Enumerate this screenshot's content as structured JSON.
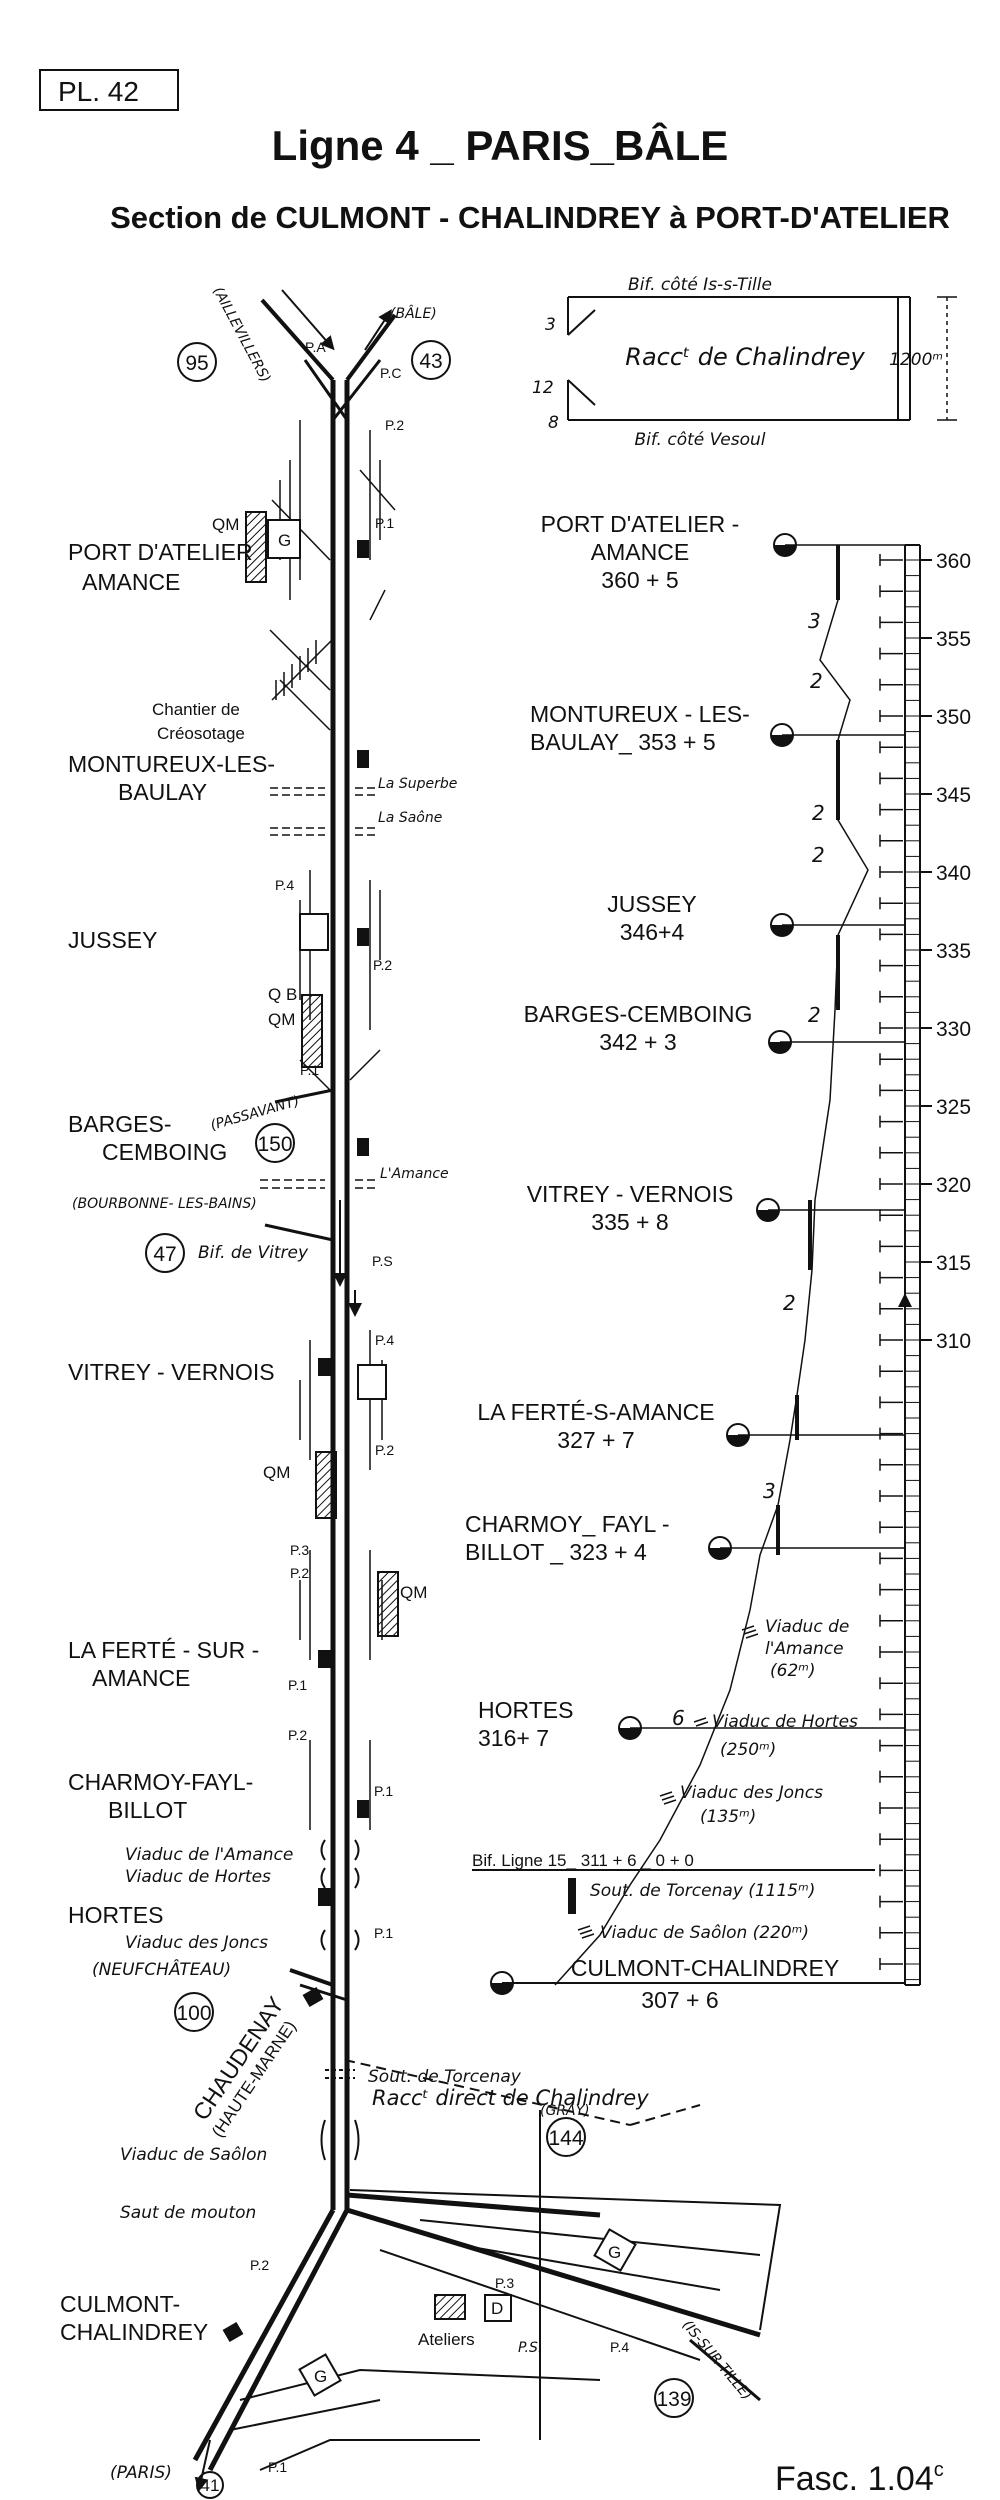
{
  "plate": "PL. 42",
  "title": "Ligne 4 _ PARIS_BÂLE",
  "subtitle": "Section de CULMONT - CHALINDREY à PORT-D'ATELIER",
  "fascicule": "Fasc. 1.04",
  "fascicule_sup": "c",
  "inset": {
    "top": "Bif. côté Is-s-Tille",
    "middle": "Raccᵗ de Chalindrey",
    "bottom": "Bif. côté Vesoul",
    "length": "1200ᵐ",
    "n3": "3",
    "n12": "12",
    "n8": "8"
  },
  "lines": [
    {
      "num": "95",
      "name": "(AILLEVILLERS)"
    },
    {
      "num": "43",
      "name": "(BÂLE)"
    },
    {
      "num": "150",
      "name": "(PASSAVANT)"
    },
    {
      "num": "47",
      "name": "(BOURBONNE- LES-BAINS)"
    },
    {
      "num": "100",
      "name": "(NEUFCHÂTEAU)"
    },
    {
      "num": "144",
      "name": "(GRAY)"
    },
    {
      "num": "139",
      "name": "(IS-SUR-TILLE)"
    },
    {
      "num": "41",
      "name": "(PARIS)"
    }
  ],
  "left_stations": {
    "port_atelier": [
      "PORT D'ATELIER",
      "AMANCE"
    ],
    "chantier": [
      "Chantier de",
      "Créosotage"
    ],
    "montureux": [
      "MONTUREUX-LES-",
      "BAULAY"
    ],
    "jussey": [
      "JUSSEY"
    ],
    "barges": [
      "BARGES-",
      "CEMBOING"
    ],
    "vitrey": [
      "VITREY - VERNOIS"
    ],
    "ferte": [
      "LA FERTÉ - SUR -",
      "AMANCE"
    ],
    "charmoy": [
      "CHARMOY-FAYL-",
      "BILLOT"
    ],
    "hortes": [
      "HORTES"
    ],
    "chaudenay": [
      "CHAUDENAY",
      "(HAUTE-MARNE)"
    ],
    "culmont": [
      "CULMONT-",
      "CHALINDREY"
    ]
  },
  "left_labels": {
    "pa": "P.A",
    "pc": "P.C",
    "p2a": "P.2",
    "p1a": "P.1",
    "qm1": "QM",
    "g": "G",
    "la_superbe": "La Superbe",
    "la_saone": "La Saône",
    "p4a": "P.4",
    "p2b": "P.2",
    "qb": "Q B",
    "qm2": "QM",
    "p1b": "P.1",
    "lamance": "L'Amance",
    "bif_vitrey": "Bif. de Vitrey",
    "ps": "P.S",
    "p4b": "P.4",
    "p2c": "P.2",
    "qm3": "QM",
    "p3a": "P.3",
    "p2d": "P.2",
    "qm4": "QM",
    "p1c": "P.1",
    "p2e": "P.2",
    "p1d": "P.1",
    "p1e": "P.1",
    "viaduc_amance": "Viaduc de l'Amance",
    "viaduc_hortes": "Viaduc de Hortes",
    "viaduc_joncs": "Viaduc des Joncs",
    "sout_torcenay": "Sout. de Torcenay",
    "racct_direct": "Raccᵗ direct de Chalindrey",
    "viaduc_saolon": "Viaduc de Saôlon",
    "saut_mouton": "Saut de mouton",
    "p2f": "P.2",
    "p3b": "P.3",
    "d": "D",
    "ateliers": "Ateliers",
    "ps2": "P.S.",
    "p4c": "P.4",
    "p1f": "P.1",
    "g2": "G",
    "g3": "G"
  },
  "profile": {
    "km_ticks": [
      "360",
      "355",
      "350",
      "345",
      "340",
      "335",
      "330",
      "325",
      "320",
      "315",
      "310"
    ],
    "stations": [
      {
        "name": [
          "PORT D'ATELIER -",
          "AMANCE",
          "360 + 5"
        ]
      },
      {
        "name": [
          "MONTUREUX - LES-",
          "BAULAY_ 353 + 5"
        ]
      },
      {
        "name": [
          "JUSSEY",
          "346+4"
        ]
      },
      {
        "name": [
          "BARGES-CEMBOING",
          "342 + 3"
        ]
      },
      {
        "name": [
          "VITREY - VERNOIS",
          "335 + 8"
        ]
      },
      {
        "name": [
          "LA FERTÉ-S-AMANCE",
          "327 + 7"
        ]
      },
      {
        "name": [
          "CHARMOY_ FAYL -",
          "BILLOT _ 323 + 4"
        ]
      },
      {
        "name": [
          "HORTES",
          "316+ 7"
        ]
      },
      {
        "name": [
          "CULMONT-CHALINDREY",
          "307 + 6"
        ]
      }
    ],
    "gradients": [
      "3",
      "2",
      "2",
      "2",
      "2",
      "2",
      "3",
      "6"
    ],
    "ouvrages": {
      "viaduc_amance": [
        "Viaduc de",
        "l'Amance",
        "(62ᵐ)"
      ],
      "viaduc_hortes": "Viaduc de Hortes",
      "viaduc_hortes_len": "(250ᵐ)",
      "viaduc_joncs": "Viaduc des Joncs",
      "viaduc_joncs_len": "(135ᵐ)",
      "bif15": "Bif. Ligne 15_ 311 + 6 _ 0 + 0",
      "sout_torcenay": "Sout. de Torcenay (1115ᵐ)",
      "viaduc_saolon": "Viaduc de Saôlon (220ᵐ)"
    }
  }
}
